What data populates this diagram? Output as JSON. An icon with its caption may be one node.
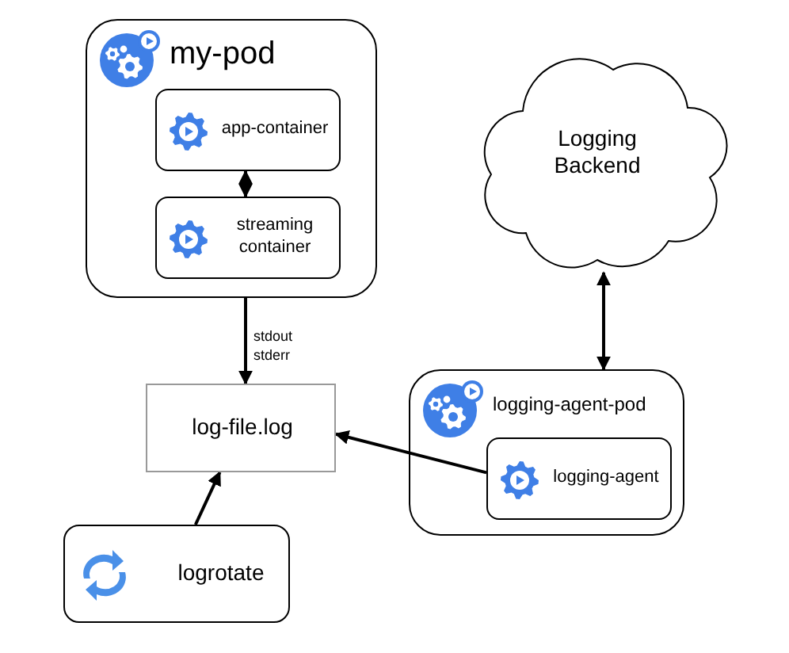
{
  "diagram": {
    "nodes": [
      {
        "text": [
          "my-pod"
        ]
      },
      {
        "text": [
          "app-container"
        ],
        "in": 0
      },
      {
        "text": [
          "streaming container"
        ],
        "in": 0
      },
      {
        "text": [
          "Logging Backend"
        ]
      },
      {
        "text": [
          "log-file.log"
        ]
      },
      {
        "text": [
          "logging-agent-pod"
        ]
      },
      {
        "text": [
          "logging-agent"
        ],
        "in": 5
      },
      {
        "text": [
          "logrotate"
        ]
      }
    ],
    "edges": [
      {
        "from": 1,
        "to": 2,
        "arrow": "both"
      },
      {
        "from": 0,
        "to": 4,
        "arrow": "to",
        "label": "stdout stderr"
      },
      {
        "from": 6,
        "to": 4,
        "arrow": "to"
      },
      {
        "from": 7,
        "to": 4,
        "arrow": "to"
      },
      {
        "from": 3,
        "to": 5,
        "arrow": "both"
      }
    ]
  }
}
